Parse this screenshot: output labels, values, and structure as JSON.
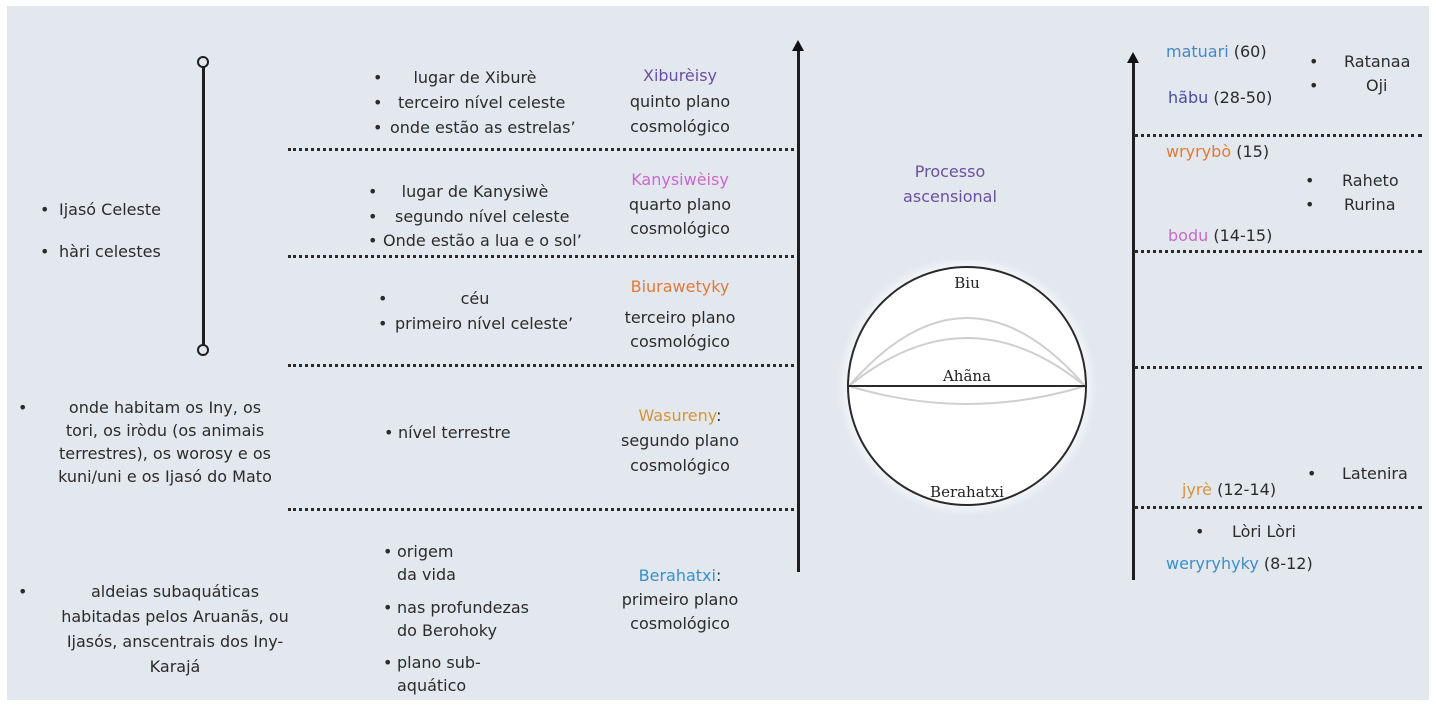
{
  "colors": {
    "background": "#e3e8ef",
    "xibureisy": "#6b4fa0",
    "kanysiweisy": "#c86ac8",
    "biurawetyky": "#e07a3a",
    "wasureny": "#d4943a",
    "berahatxi": "#3a8fc6",
    "processo": "#6b4fa0",
    "matuari": "#4a86c6",
    "habu": "#4a4aa0",
    "wryrybo": "#e07a3a",
    "bodu": "#c86ac8",
    "jyre": "#d4943a",
    "weryryhyky": "#3a8fc6"
  },
  "left": {
    "celeste": [
      "Ijasó Celeste",
      "hàri celestes"
    ],
    "terrestre": [
      "onde habitam os Iny, os",
      "tori, os iròdu (os animais",
      "terrestres), os worosy e os",
      "kuni/uni e os Ijasó do Mato"
    ],
    "aquatico": [
      "aldeias subaquáticas",
      "habitadas pelos Aruanãs, ou",
      "Ijasós, anscentrais dos Iny-",
      "Karajá"
    ]
  },
  "levels": [
    {
      "bullets": [
        "lugar de Xiburè",
        "terceiro nível celeste",
        "onde estão as estrelas’"
      ],
      "name": "Xiburèisy",
      "plane": [
        "quinto plano",
        "cosmológico"
      ]
    },
    {
      "bullets": [
        "lugar de Kanysiwè",
        "segundo nível celeste",
        "Onde estão a lua e o sol’"
      ],
      "name": "Kanysiwèisy",
      "plane": [
        "quarto plano",
        "cosmológico"
      ]
    },
    {
      "bullets": [
        "céu",
        "primeiro nível celeste’"
      ],
      "name": "Biurawetyky",
      "plane": [
        "terceiro plano",
        "cosmológico"
      ]
    },
    {
      "bullets": [
        "nível terrestre"
      ],
      "name": "Wasureny",
      "name_suffix": ":",
      "plane": [
        "segundo plano",
        "cosmológico"
      ]
    },
    {
      "bullets": [
        "origem",
        "da vida",
        "nas profundezas",
        "do Berohoky",
        "plano sub-",
        "aquático"
      ],
      "name": "Berahatxi",
      "name_suffix": ":",
      "plane": [
        "primeiro plano",
        "cosmológico"
      ]
    }
  ],
  "process": [
    "Processo",
    "ascensional"
  ],
  "sphere": {
    "top": "Biu",
    "middle": "Ahãna",
    "bottom": "Berahatxi"
  },
  "right": {
    "ages": [
      {
        "name": "matuari",
        "range": "(60)"
      },
      {
        "name": "hãbu",
        "range": "(28-50)"
      },
      {
        "name": "wryrybò",
        "range": "(15)"
      },
      {
        "name": "bodu",
        "range": "(14-15)"
      },
      {
        "name": "jyrè",
        "range": "(12-14)"
      },
      {
        "name": "weryryhyky",
        "range": "(8-12)"
      }
    ],
    "rituals": [
      "Ratanaa",
      "Oji",
      "Raheto",
      "Rurina",
      "Latenira",
      "Lòri Lòri"
    ]
  }
}
